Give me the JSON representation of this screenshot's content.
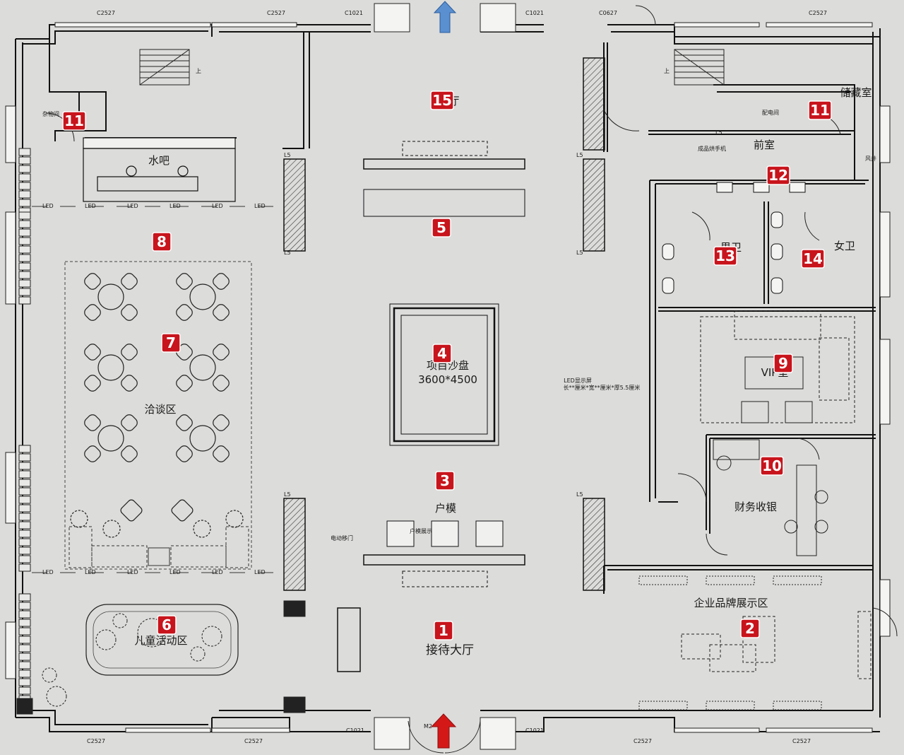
{
  "rooms": {
    "reception": "接待大厅",
    "brand": "企业品牌展示区",
    "model": "户模",
    "sandtable": "项目沙盘",
    "sandtable_size": "3600*4500",
    "negotiation": "洽谈区",
    "kids": "儿童活动区",
    "waterbar": "水吧",
    "storage": "储藏室",
    "front": "前室",
    "mens": "男卫",
    "womens": "女卫",
    "vip": "VIP室",
    "finance": "财务收银",
    "sundry": "杂物间",
    "power": "配电间",
    "hall": "厅",
    "shaft": "风井"
  },
  "notes": {
    "led_screen": "LED显示屏",
    "led_size": "长**厘米*宽**厘米*厚5.5厘米",
    "hand_dryer": "成品烘手机",
    "auto_door": "电动移门",
    "model_display": "户模展示",
    "up": "上",
    "led": "LED",
    "l5": "L5",
    "main_door": "M2"
  },
  "window_codes": {
    "c2527": "C2527",
    "c1021": "C1021",
    "c0627": "C0627"
  },
  "markers": [
    "1",
    "2",
    "3",
    "4",
    "5",
    "6",
    "7",
    "8",
    "9",
    "10",
    "11",
    "11",
    "12",
    "13",
    "14",
    "15"
  ],
  "colors": {
    "marker": "#c8141c",
    "entrance": "#d41818",
    "exit": "#5a8fd0",
    "wall": "#111111",
    "paper": "#dcdcda"
  },
  "icons": [
    "entrance-arrow-icon",
    "exit-arrow-icon",
    "stair-icon",
    "toilet-icon"
  ]
}
